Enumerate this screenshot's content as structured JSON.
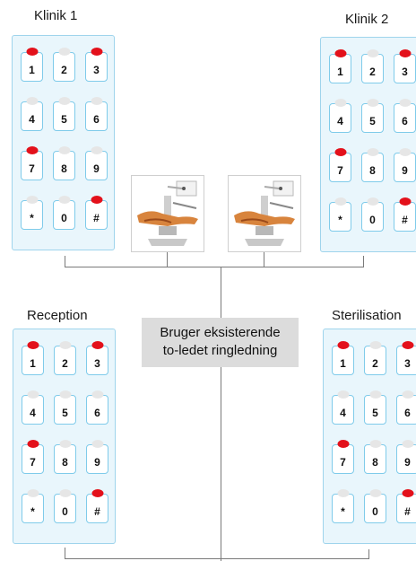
{
  "labels": {
    "klinik1": "Klinik 1",
    "klinik2": "Klinik 2",
    "reception": "Reception",
    "sterilisation": "Sterilisation"
  },
  "center_label": {
    "line1": "Bruger eksisterende",
    "line2": "to-ledet ringledning"
  },
  "keypad": {
    "keys": [
      "1",
      "2",
      "3",
      "4",
      "5",
      "6",
      "7",
      "8",
      "9",
      "*",
      "0",
      "#"
    ],
    "lit_keys": [
      "1",
      "3",
      "7",
      "#"
    ]
  },
  "colors": {
    "panel_fill": "#e9f6fc",
    "key_border": "#7fcbea",
    "led_on": "#e3111b",
    "led_off": "#e6e6e6",
    "wire": "#7a7a7a"
  }
}
